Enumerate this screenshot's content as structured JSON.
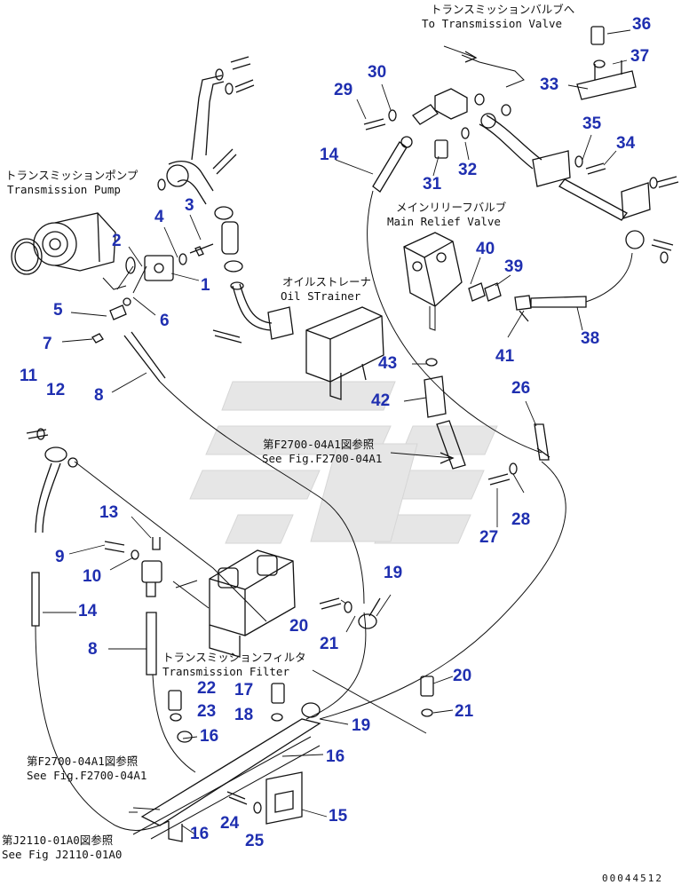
{
  "labels": {
    "to_valve_jp": "トランスミッションバルブへ",
    "to_valve_en": "To Transmission Valve",
    "pump_jp": "トランスミッションポンプ",
    "pump_en": "Transmission Pump",
    "relief_jp": "メインリリーフバルブ",
    "relief_en": "Main Relief Valve",
    "strainer_jp": "オイルストレーナ",
    "strainer_en": "Oil STrainer",
    "see1_jp": "第F2700-04A1図参照",
    "see1_en": "See Fig.F2700-04A1",
    "filter_jp": "トランスミッションフィルタ",
    "filter_en": "Transmission Filter",
    "see2_jp": "第F2700-04A1図参照",
    "see2_en": "See Fig.F2700-04A1",
    "see3_jp": "第J2110-01A0図参照",
    "see3_en": "See Fig J2110-01A0",
    "drawing_code": "00044512"
  },
  "callouts": {
    "c1": "1",
    "c2": "2",
    "c3": "3",
    "c4": "4",
    "c5": "5",
    "c6": "6",
    "c7": "7",
    "c8a": "8",
    "c8b": "8",
    "c9": "9",
    "c10": "10",
    "c11": "11",
    "c12": "12",
    "c13": "13",
    "c14a": "14",
    "c14b": "14",
    "c15": "15",
    "c16a": "16",
    "c16b": "16",
    "c16c": "16",
    "c17": "17",
    "c18": "18",
    "c19a": "19",
    "c19b": "19",
    "c20a": "20",
    "c20b": "20",
    "c21a": "21",
    "c21b": "21",
    "c22": "22",
    "c23": "23",
    "c24": "24",
    "c25": "25",
    "c26": "26",
    "c27": "27",
    "c28": "28",
    "c29": "29",
    "c30": "30",
    "c31": "31",
    "c32": "32",
    "c33": "33",
    "c34": "34",
    "c35": "35",
    "c36": "36",
    "c37": "37",
    "c38": "38",
    "c39": "39",
    "c40": "40",
    "c41": "41",
    "c42": "42",
    "c43": "43"
  },
  "colors": {
    "callout": "#1f2fb0",
    "line": "#111111",
    "watermark": "#e4e4e4"
  }
}
